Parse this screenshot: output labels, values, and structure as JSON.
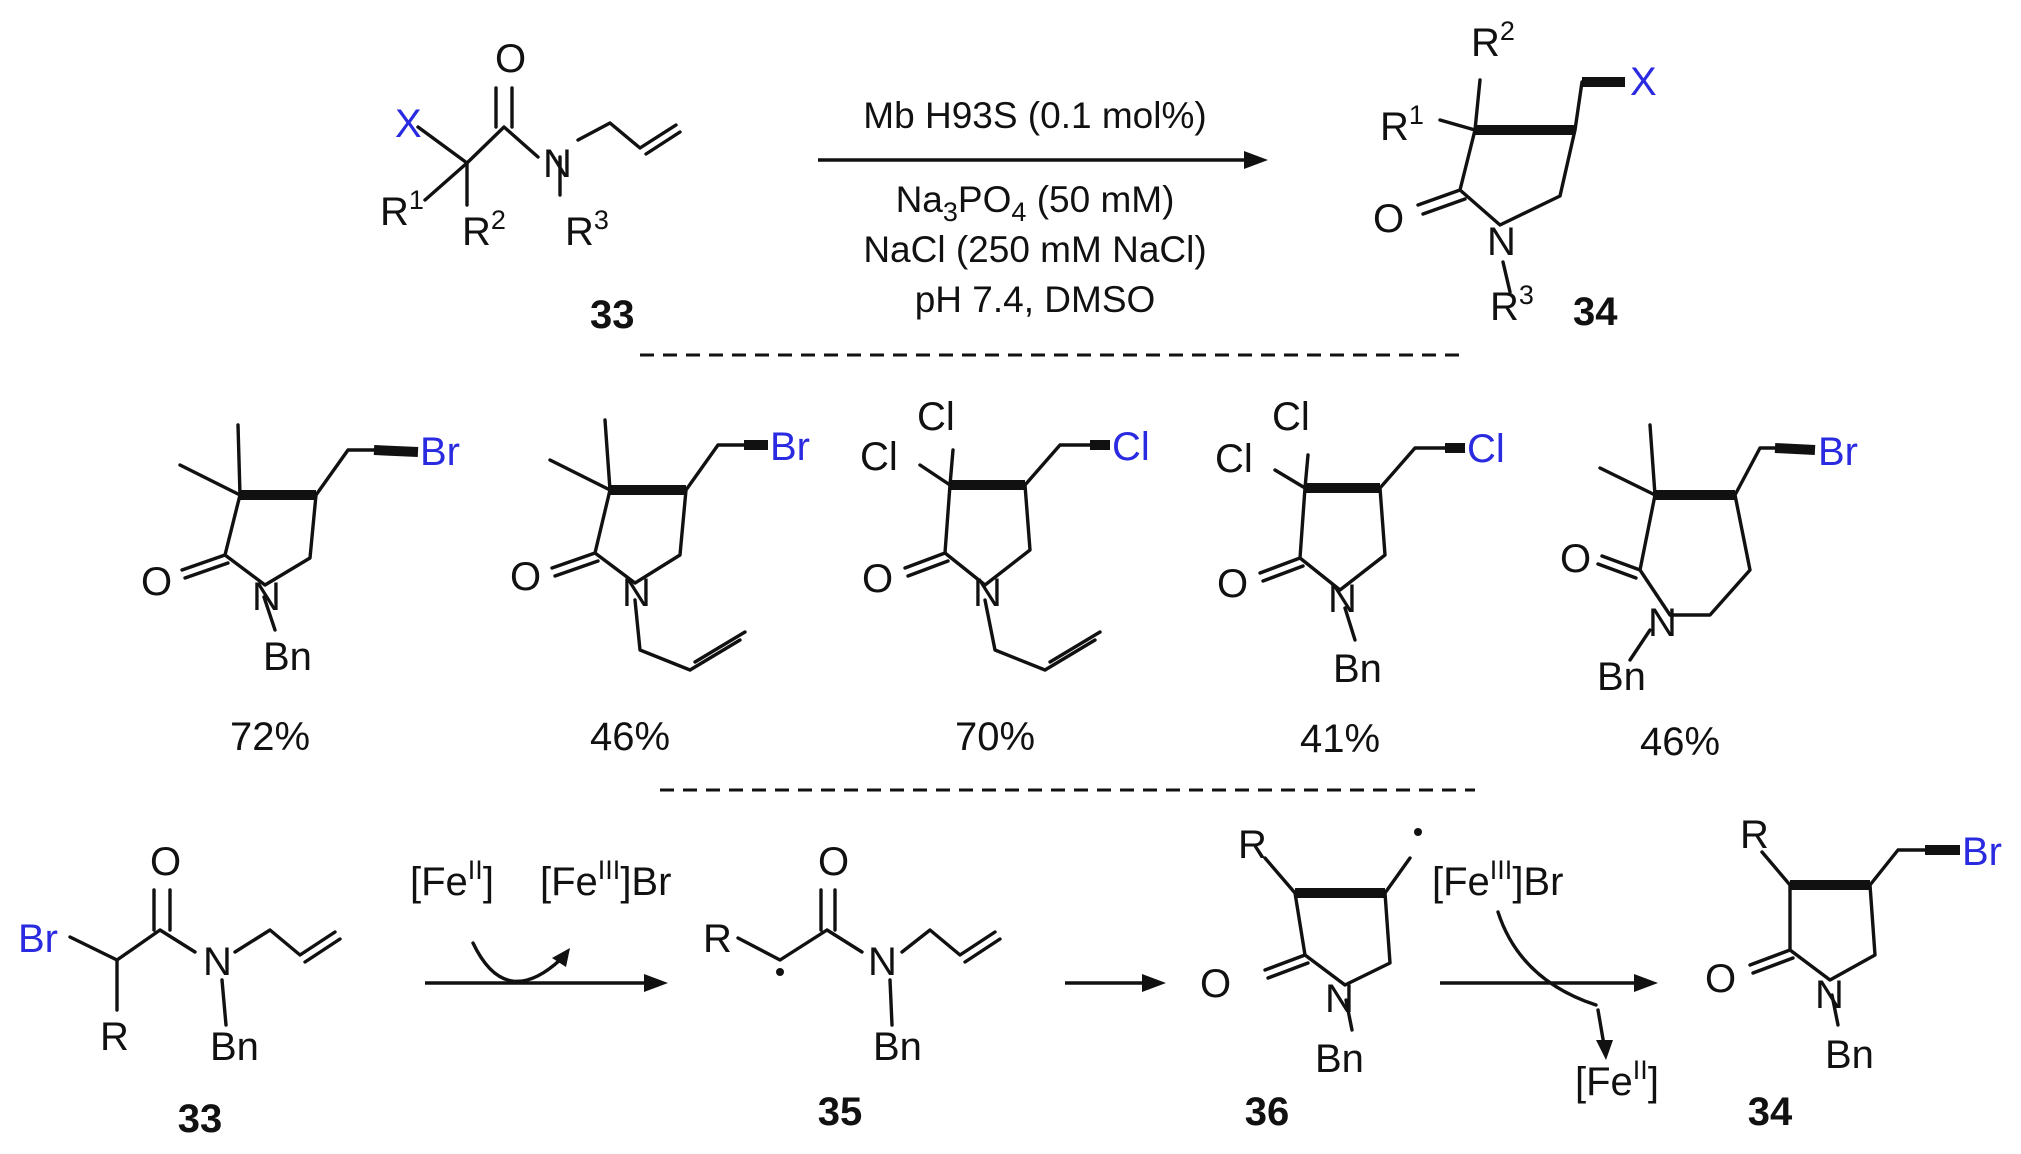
{
  "compounds": {
    "c33": "33",
    "c34": "34",
    "c35": "35",
    "c36": "36"
  },
  "atoms": {
    "X": "X",
    "O": "O",
    "N": "N",
    "R": "R",
    "Cl": "Cl",
    "Br": "Br",
    "Bn": "Bn"
  },
  "superscripts": {
    "one": "1",
    "two": "2",
    "three": "3"
  },
  "conditions": {
    "above": "Mb H93S (0.1 mol%)",
    "na": "Na",
    "sub3": "3",
    "po": "PO",
    "sub4": "4",
    "buffer_rest": " (50 mM)",
    "salt": "NaCl (250 mM NaCl)",
    "ph": "pH 7.4, DMSO"
  },
  "yields": [
    "72%",
    "46%",
    "70%",
    "41%",
    "46%"
  ],
  "mechanism": {
    "fe_open": "[Fe",
    "fe_close": "]",
    "fe_br_close": "]Br",
    "ox_II": "II",
    "ox_III": "III"
  },
  "colors": {
    "halogen": "#2a2ae0",
    "ink": "#111111"
  }
}
